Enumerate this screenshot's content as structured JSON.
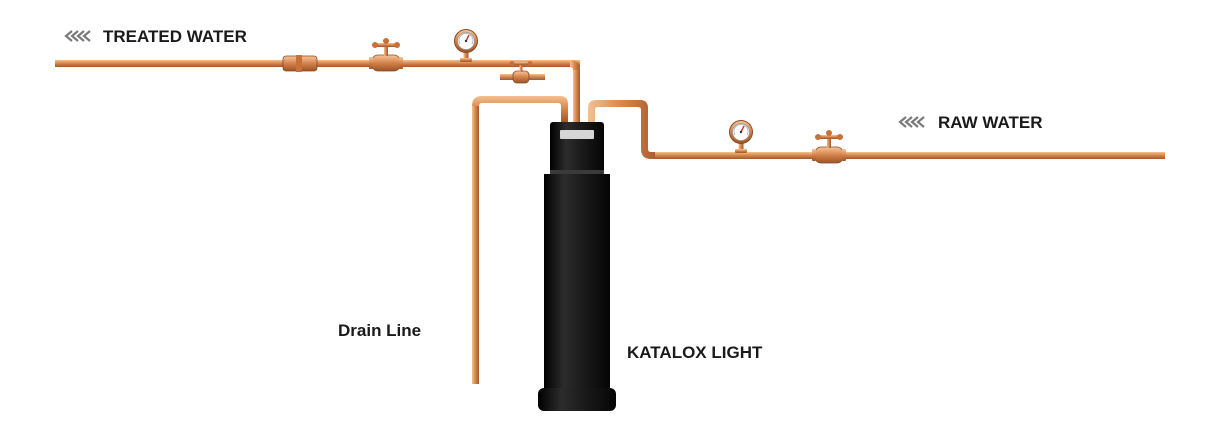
{
  "labels": {
    "treated_water": "TREATED WATER",
    "raw_water": "RAW WATER",
    "drain_line": "Drain Line",
    "tank_name": "KATALOX LIGHT"
  },
  "colors": {
    "pipe": "#d98a4e",
    "pipe_highlight": "#f3c191",
    "pipe_shadow": "#a4582a",
    "tank": "#141414",
    "flow_arrows": "#7a7a7a",
    "text": "#1a1a1a"
  },
  "icons": {
    "flow": "flow-chevrons-icon",
    "gauge": "pressure-gauge-icon",
    "valve": "ball-valve-icon",
    "union": "pipe-union-icon"
  }
}
